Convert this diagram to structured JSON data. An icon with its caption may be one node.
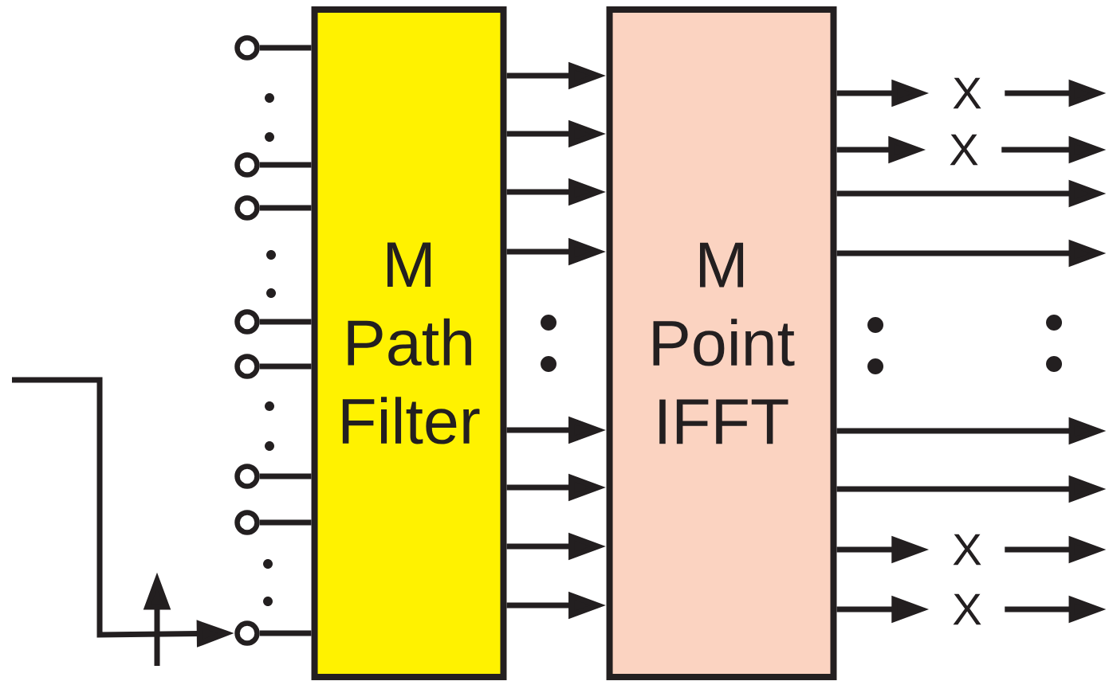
{
  "diagram": {
    "nodes": [
      {
        "text": [
          "M Path Filter"
        ]
      },
      {
        "text": [
          "M Point IFFT"
        ]
      },
      {
        "text": [],
        "shape": "circle"
      },
      {
        "text": [],
        "shape": "circle"
      },
      {
        "text": [],
        "shape": "circle"
      },
      {
        "text": [],
        "shape": "circle"
      },
      {
        "text": [],
        "shape": "circle"
      },
      {
        "text": [],
        "shape": "circle"
      },
      {
        "text": [],
        "shape": "circle"
      },
      {
        "text": [],
        "shape": "circle"
      },
      {
        "text": [
          "X"
        ]
      },
      {
        "text": [
          "X"
        ]
      },
      {
        "text": [
          "X"
        ]
      },
      {
        "text": [
          "X"
        ]
      }
    ],
    "edges": [
      {
        "from": 2,
        "to": 0,
        "arrow": "none"
      },
      {
        "from": 3,
        "to": 0,
        "arrow": "none"
      },
      {
        "from": 4,
        "to": 0,
        "arrow": "none"
      },
      {
        "from": 5,
        "to": 0,
        "arrow": "none"
      },
      {
        "from": 6,
        "to": 0,
        "arrow": "none"
      },
      {
        "from": 7,
        "to": 0,
        "arrow": "none"
      },
      {
        "from": 8,
        "to": 0,
        "arrow": "none"
      },
      {
        "from": 9,
        "to": 0,
        "arrow": "none"
      },
      {
        "from": 0,
        "to": 1,
        "arrow": "to"
      },
      {
        "from": 0,
        "to": 1,
        "arrow": "to"
      },
      {
        "from": 0,
        "to": 1,
        "arrow": "to"
      },
      {
        "from": 0,
        "to": 1,
        "arrow": "to"
      },
      {
        "from": 0,
        "to": 1,
        "arrow": "to"
      },
      {
        "from": 0,
        "to": 1,
        "arrow": "to"
      },
      {
        "from": 0,
        "to": 1,
        "arrow": "to"
      },
      {
        "from": 0,
        "to": 1,
        "arrow": "to"
      },
      {
        "from": 1,
        "to": 10,
        "arrow": "to"
      },
      {
        "from": 1,
        "to": 11,
        "arrow": "to"
      },
      {
        "from": 10,
        "to": null,
        "arrow": "to"
      },
      {
        "from": 11,
        "to": null,
        "arrow": "to"
      },
      {
        "from": 1,
        "to": null,
        "arrow": "to"
      },
      {
        "from": 1,
        "to": null,
        "arrow": "to"
      },
      {
        "from": 1,
        "to": null,
        "arrow": "to"
      },
      {
        "from": 1,
        "to": null,
        "arrow": "to"
      },
      {
        "from": 1,
        "to": 12,
        "arrow": "to"
      },
      {
        "from": 1,
        "to": 13,
        "arrow": "to"
      },
      {
        "from": 12,
        "to": null,
        "arrow": "to"
      },
      {
        "from": 13,
        "to": null,
        "arrow": "to"
      },
      {
        "from": null,
        "to": 9,
        "arrow": "to"
      }
    ]
  }
}
